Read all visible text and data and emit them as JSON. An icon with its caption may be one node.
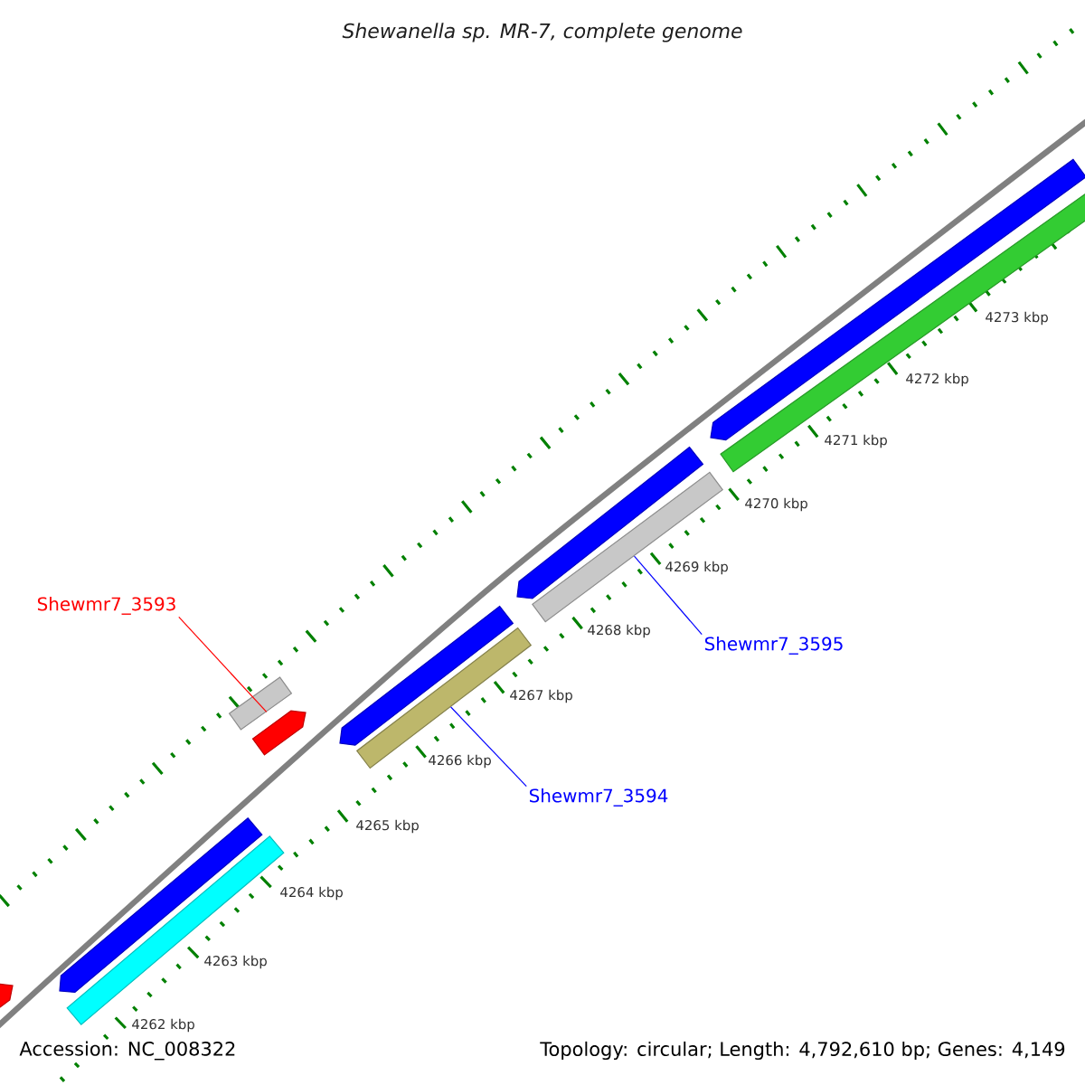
{
  "diagram": {
    "title": "Shewanella sp. MR-7, complete genome",
    "nodes": [
      {
        "text": [
          "Shewmr7_3593"
        ]
      },
      {
        "text": [
          "Shewmr7_3594"
        ]
      },
      {
        "text": [
          "Shewmr7_3595"
        ]
      },
      {
        "text": [],
        "shape": "bar"
      },
      {
        "text": [],
        "shape": "bar"
      },
      {
        "text": [],
        "shape": "bar"
      }
    ],
    "edges": [
      {
        "from": 0,
        "to": 3,
        "arrow": "none",
        "color": "#ff0000"
      },
      {
        "from": 1,
        "to": 4,
        "arrow": "none"
      },
      {
        "from": 2,
        "to": 5,
        "arrow": "none"
      }
    ],
    "labels": [
      "4273 kbp",
      "4272 kbp",
      "4271 kbp",
      "4270 kbp",
      "4269 kbp",
      "4268 kbp",
      "4267 kbp",
      "4266 kbp",
      "4265 kbp",
      "4264 kbp",
      "4263 kbp",
      "4262 kbp",
      "Accession: NC_008322",
      "Topology: circular; Length: 4,792,610 bp; Genes: 4,149"
    ]
  }
}
